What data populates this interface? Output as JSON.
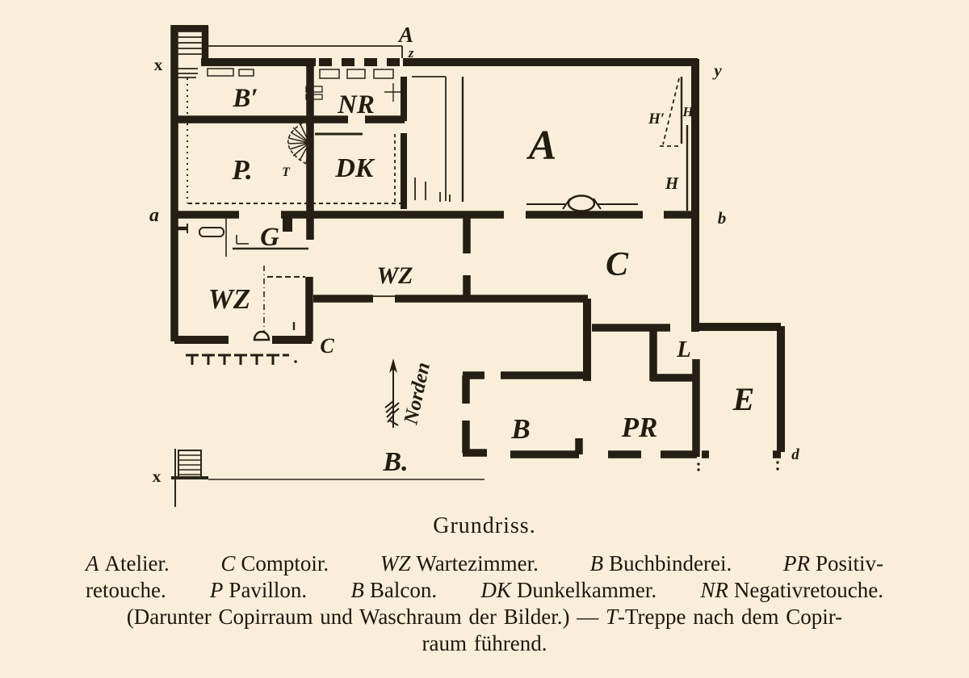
{
  "title": "Grundriss.",
  "plan": {
    "sections": {
      "x_top": "x",
      "x_bottom": "x",
      "a_marker": "A",
      "z": "z",
      "y": "y",
      "a": "a",
      "b": "b",
      "d": "d",
      "b_marker": "B.",
      "north": "Norden"
    },
    "rooms": {
      "b_prime": "B′",
      "nr": "NR",
      "p": "P.",
      "t": "T",
      "dk": "DK",
      "atelier": "A",
      "g": "G",
      "wz_left": "WZ",
      "wz_mid": "WZ",
      "c_door": "C",
      "comptoir": "C",
      "l": "L",
      "balcon": "B",
      "pr": "PR",
      "e": "E",
      "h_prime": "H′",
      "h_top": "H",
      "h_mid": "H"
    }
  },
  "legend": {
    "l1p1k": "A",
    "l1p1t": "Atelier.",
    "l1p2k": "C",
    "l1p2t": "Comptoir.",
    "l1p3k": "WZ",
    "l1p3t": "Wartezimmer.",
    "l1p4k": "B",
    "l1p4t": "Buchbinderei.",
    "l1p5k": "PR",
    "l1p5t": "Positiv-",
    "l2p1t": "retouche.",
    "l2p2k": "P",
    "l2p2t": "Pavillon.",
    "l2p3k": "B",
    "l2p3t": "Balcon.",
    "l2p4k": "DK",
    "l2p4t": "Dunkelkammer.",
    "l2p5k": "NR",
    "l2p5t": "Negativretouche.",
    "l3a": "(Darunter Copirraum und Waschraum der Bilder.) —",
    "l3k": "T",
    "l3b": "-Treppe nach dem Copir-",
    "l4": "raum führend."
  }
}
